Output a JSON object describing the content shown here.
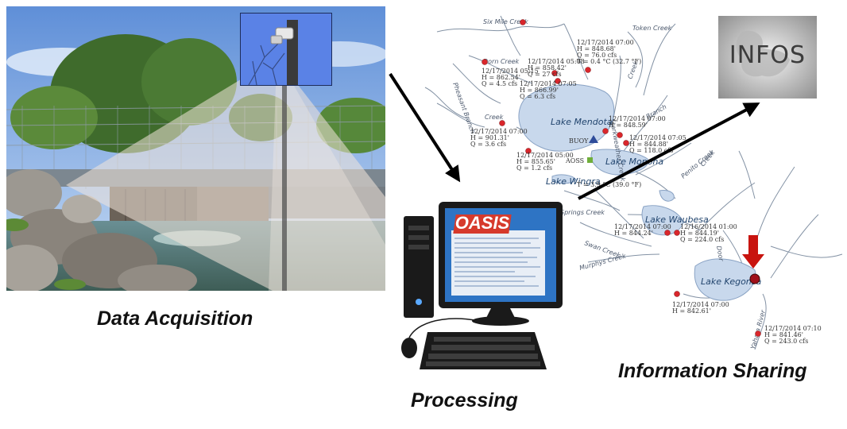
{
  "labels": {
    "acquisition": "Data Acquisition",
    "processing": "Processing",
    "sharing": "Information Sharing"
  },
  "monitor": {
    "brand": "OASIS"
  },
  "infos_logo": "INFOS",
  "map": {
    "lakes": [
      "Lake Mendota",
      "Lake Monona",
      "Lake Wingra",
      "Lake Waubesa",
      "Lake Kegonsa"
    ],
    "creeks": [
      "Six Mile Creek",
      "Token Creek",
      "Dorn Creek",
      "Pheasant Branch",
      "Creek",
      "Creek",
      "Starkweather Creek",
      "Branch",
      "Springs Creek",
      "Swan Creek",
      "Murphys Creek",
      "Penito Creek",
      "Creek",
      "Door",
      "Yahara River"
    ],
    "markers": [
      "BUOY",
      "AOSS"
    ],
    "stations": [
      {
        "date": "12/17/2014 07:00",
        "h": "H = 848.68'",
        "q": "Q = 76.0 cfs",
        "t": "T = 0.4 °C (32.7 °F)"
      },
      {
        "date": "12/17/2014 05:08",
        "h": "H = 858.42'",
        "q": "Q = 27 cfs"
      },
      {
        "date": "12/17/2014 05:15",
        "h": "H = 862.54'",
        "q": "Q = 4.5 cfs"
      },
      {
        "date": "12/17/2014 07:05",
        "h": "H = 866.99'",
        "q": "Q = 6.3 cfs"
      },
      {
        "date": "12/17/2014 07:00",
        "h": "H = 848.59'"
      },
      {
        "date": "12/17/2014 07:00",
        "h": "H = 901.31'",
        "q": "Q = 3.6 cfs"
      },
      {
        "date": "12/17/2014 07:05",
        "h": "H = 844.88'",
        "q": "Q = 118.0 cfs"
      },
      {
        "date": "12/17/2014 05:00",
        "h": "H = 855.65'",
        "q": "Q = 1.2 cfs"
      },
      {
        "date": "12/17/2014 07:00",
        "h": "H = 844.24'"
      },
      {
        "date": "12/16/2014 01:00",
        "h": "H = 844.19'",
        "q": "Q = 224.0 cfs"
      },
      {
        "date": "12/17/2014 07:00",
        "h": "H = 842.61'"
      },
      {
        "date": "12/17/2014 07:10",
        "h": "H = 841.46'",
        "q": "Q = 243.0 cfs"
      }
    ],
    "wingra_reading": "T = 3.9 °C (39.0 °F)"
  },
  "colors": {
    "arrow": "#000000",
    "station_dot": "#d9262b",
    "lake_fill": "#c8d8ec",
    "creek": "#6e7f95",
    "monitor_screen": "#2e74c4",
    "oasis_banner": "#d63a2c",
    "pointer_arrow": "#c8140f"
  }
}
